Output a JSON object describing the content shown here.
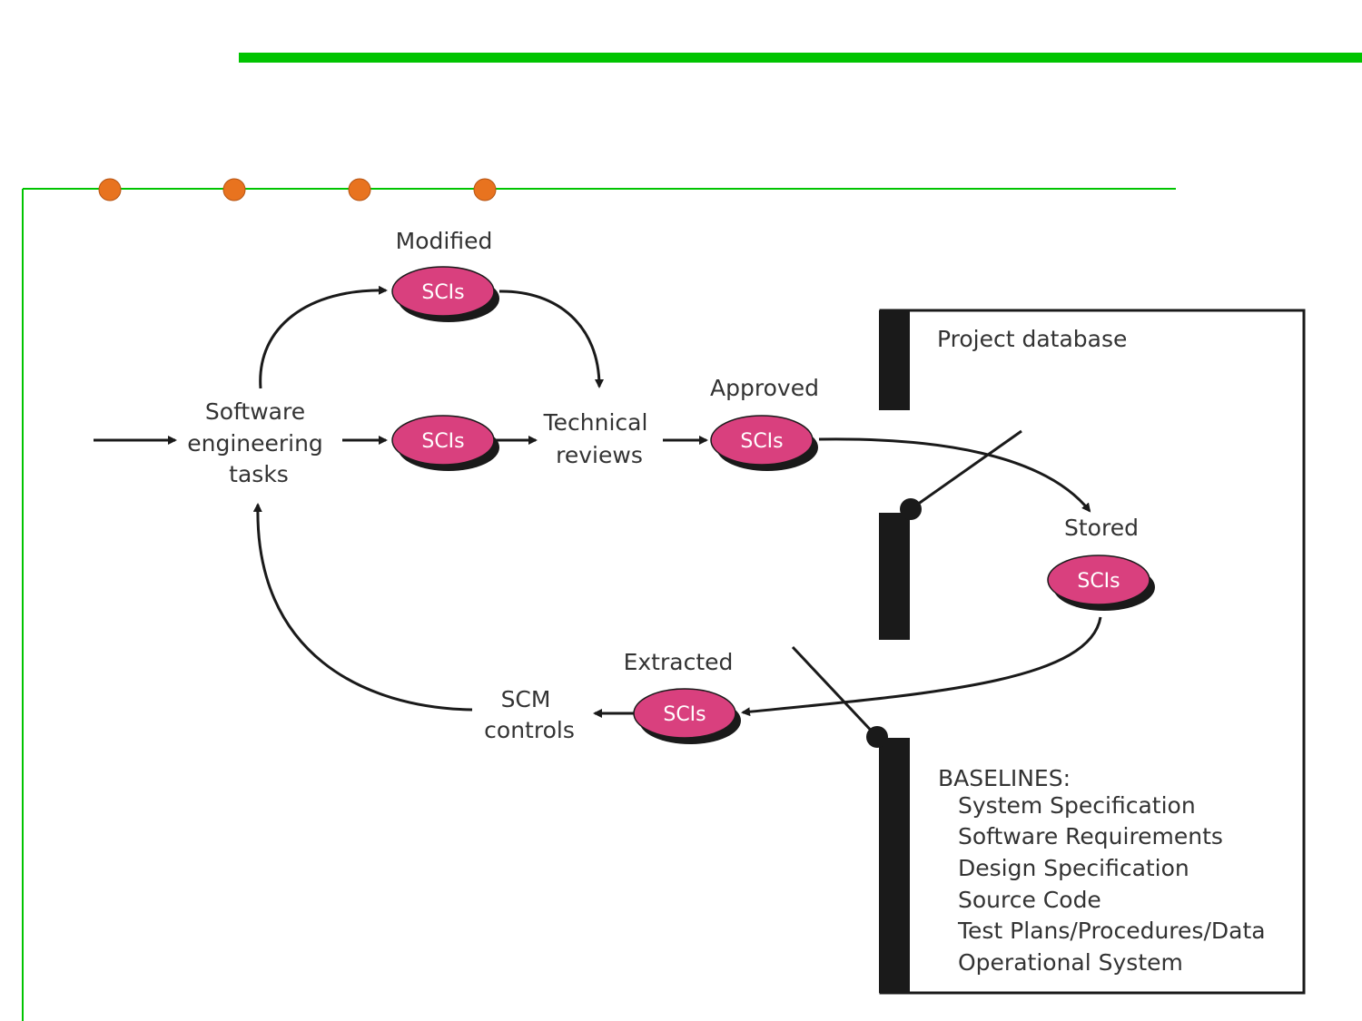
{
  "colors": {
    "accent_green": "#00c400",
    "bullet_orange": "#e8731f",
    "sci_fill": "#d9407e",
    "line": "#1a1a1a",
    "text": "#333333"
  },
  "sci_label": "SCIs",
  "labels": {
    "modified": "Modified",
    "approved": "Approved",
    "stored": "Stored",
    "extracted": "Extracted",
    "software_tasks": [
      "Software",
      "engineering",
      "tasks"
    ],
    "technical_reviews": [
      "Technical",
      "reviews"
    ],
    "scm_controls": [
      "SCM",
      "controls"
    ]
  },
  "database": {
    "title": "Project database",
    "baselines_heading": "BASELINES:",
    "baselines": [
      "System Specification",
      "Software Requirements",
      "Design Specification",
      "Source Code",
      "Test Plans/Procedures/Data",
      "Operational System"
    ]
  }
}
